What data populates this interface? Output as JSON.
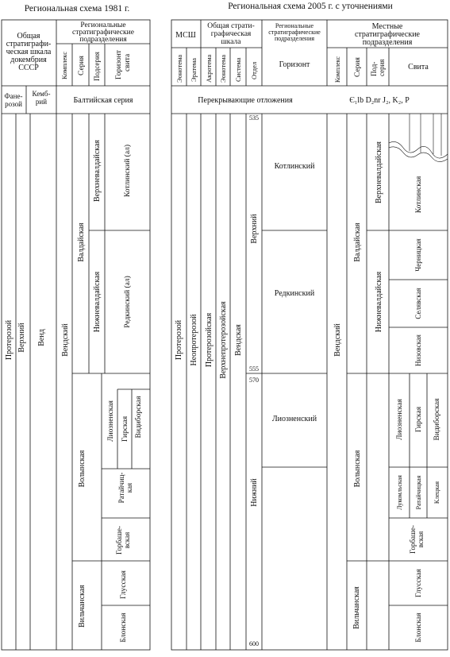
{
  "left": {
    "title": "Региональная схема 1981 г.",
    "h_general": [
      "Общая",
      "стратиграфи-",
      "ческая шкала",
      "докембрия",
      "СССР"
    ],
    "h_regional": [
      "Региональные",
      "стратиграфические",
      "подразделения"
    ],
    "h_complex": "Комплекс",
    "h_series": "Серия",
    "h_subseries": "Подсерия",
    "h_horizon": [
      "Горизонт",
      "свита"
    ],
    "h_phanerozoic": [
      "Фане-",
      "розой"
    ],
    "h_cambrian": [
      "Кемб-",
      "рий"
    ],
    "baltic": "Балтийская серия",
    "proterozoic": "Протерозой",
    "upper": "Верхний",
    "vend": "Венд",
    "vendian": "Вендский",
    "valdai": "Валдайская",
    "volyn": "Волынская",
    "vilchan": "Вильчанская",
    "upper_valdai": "Верхневалдайская",
    "lower_valdai": "Нижневалдайская",
    "kotlin": "Котлинский (ал)",
    "redkin": "Редкинский (ал)",
    "liozno": "Лиозненская",
    "gir": "Гирская",
    "vidibor": "Видиборская",
    "ratai": [
      "Ратайчиц-",
      "кая"
    ],
    "gorbash": [
      "Горбаше-",
      "вская"
    ],
    "glus": "Глусская",
    "blon": "Блонская"
  },
  "right": {
    "title": "Региональная схема 2005 г. с уточнениями",
    "msh": "МСШ",
    "h_general": [
      "Общая страти-",
      "графическая",
      "шкала"
    ],
    "h_regional": [
      "Региональные",
      "стратиграфические",
      "подразделения"
    ],
    "h_local": [
      "Местные",
      "стратиграфические",
      "подразделения"
    ],
    "h_eonothem": "Эонотема",
    "h_erathem": "Эратема",
    "h_acrothem": "Акротема",
    "h_eonothem2": "Эонотема",
    "h_system": "Система",
    "h_division": "Отдел",
    "h_horizon": "Горизонт",
    "h_complex": "Комплекс",
    "h_series": "Серия",
    "h_subseries": [
      "Под-",
      "серия"
    ],
    "h_suite": "Свита",
    "overlying": "Перекрывающие отложения",
    "overlying_ages": "Є₁lb  D₂nr  J₂, K₂, P",
    "proterozoic": "Протерозой",
    "neoproterozoic": "Неопротерозой",
    "proterozoic2": "Протерозойская",
    "upper_proterozoic": "Верхнепротерозойская",
    "vendian_system": "Вендская",
    "upper_division": "Верхний",
    "lower_division": "Нижний",
    "age_535": "535",
    "age_555": "555",
    "age_570": "570",
    "age_600": "600",
    "kotlin": "Котлинский",
    "redkin": "Редкинский",
    "liozno": "Лиозненский",
    "vendian_complex": "Вендский",
    "valdai": "Валдайская",
    "volyn": "Волынская",
    "vilchan": "Вильчанская",
    "upper_valdai": "Верхневалдайская",
    "lower_valdai": "Нижневалдайская",
    "s_kotlin": "Котлинская",
    "s_cheremkh": "Черницкая",
    "s_seliv": "Селявская",
    "s_nizh": "Низовская",
    "s_liozno": "Лиозненская",
    "s_gir": "Гирская",
    "s_vidibor": "Видиборская",
    "s_lukoml": "Лукомльская",
    "s_ratai": "Ратайчицкая",
    "s_kletsk": "Клецкая",
    "s_gorbash": [
      "Горбаше-",
      "вская"
    ],
    "s_glus": "Глусская",
    "s_blon": "Блонская"
  }
}
